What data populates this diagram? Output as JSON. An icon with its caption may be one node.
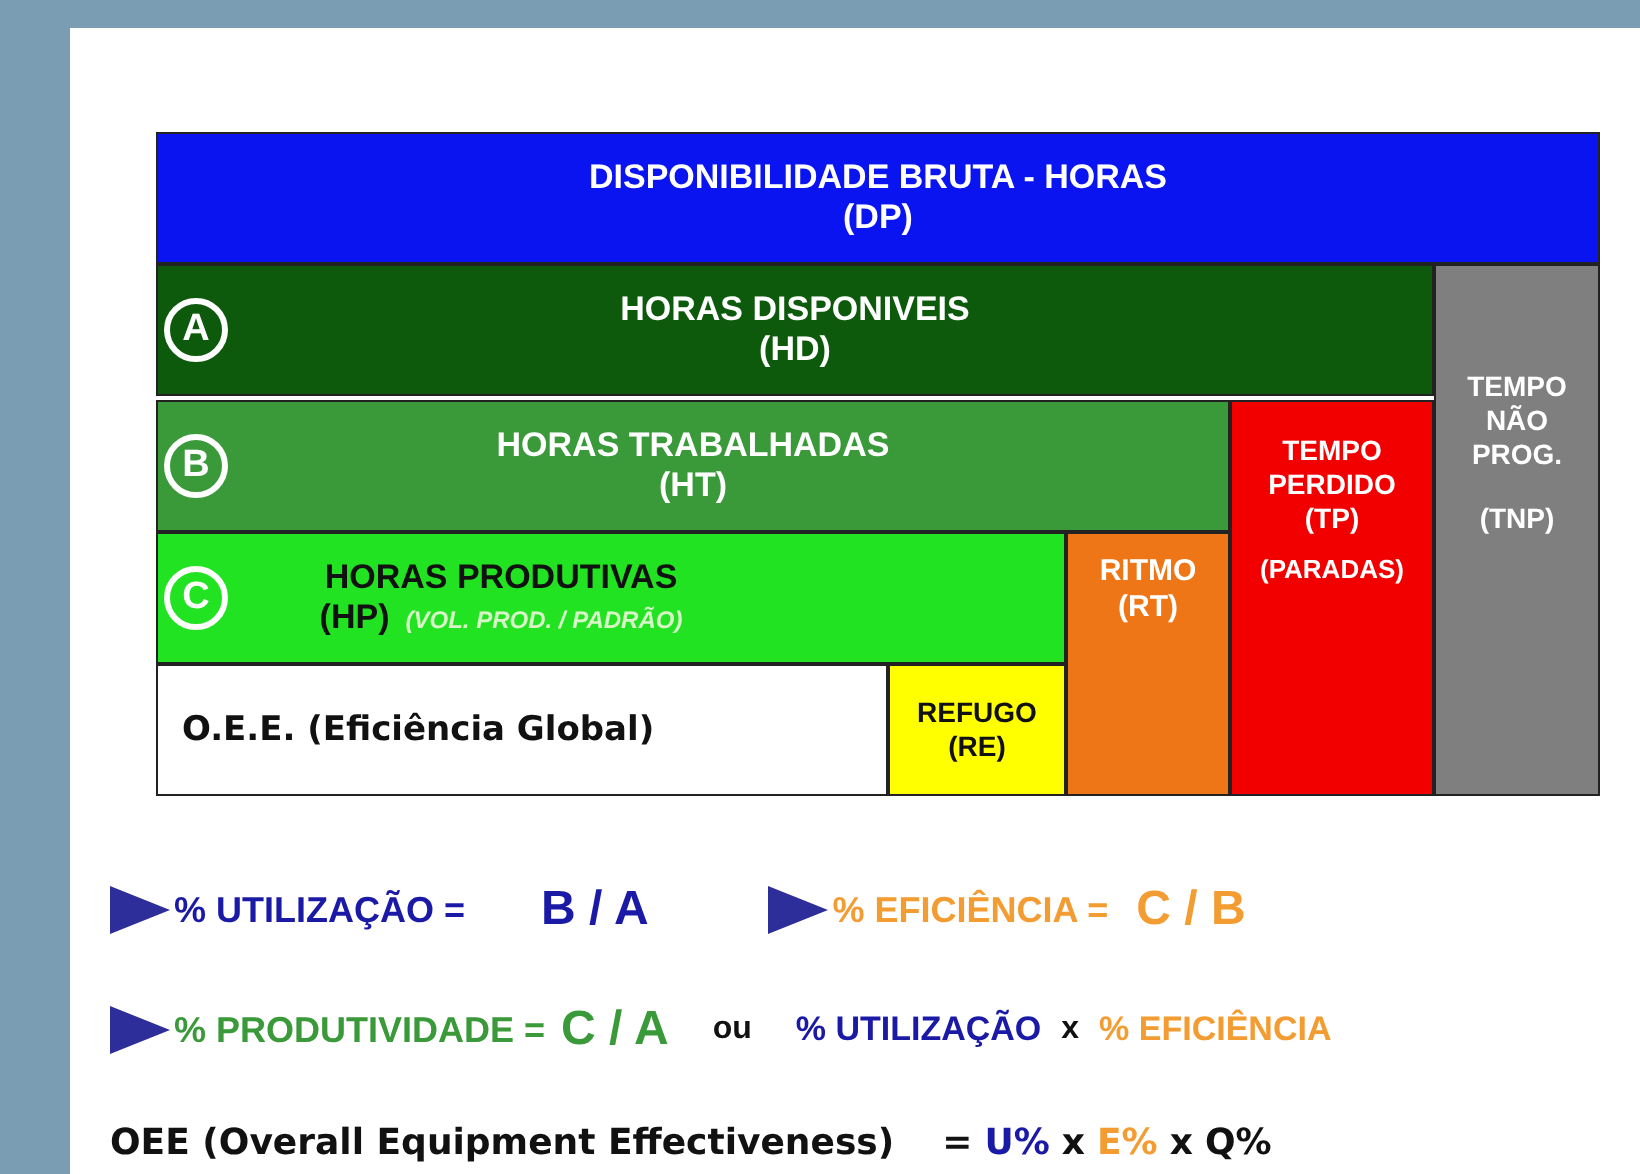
{
  "diagram": {
    "nodes": [
      {
        "text": [
          "DISPONIBILIDADE BRUTA - HORAS",
          "(DP)"
        ]
      },
      {
        "text": [
          "HORAS DISPONIVEIS",
          "(HD)"
        ]
      },
      {
        "text": [
          "A"
        ],
        "in": 1
      },
      {
        "text": [
          "TEMPO NÃO PROG.",
          "(TNP)"
        ]
      },
      {
        "text": [
          "HORAS TRABALHADAS",
          "(HT)"
        ]
      },
      {
        "text": [
          "B"
        ],
        "in": 4
      },
      {
        "text": [
          "TEMPO PERDIDO (TP)",
          "(PARADAS)"
        ]
      },
      {
        "text": [
          "HORAS PRODUTIVAS",
          "(HP)",
          "(VOL. PROD. / PADRÃO)"
        ]
      },
      {
        "text": [
          "C"
        ],
        "in": 7
      },
      {
        "text": [
          "RITMO (RT)"
        ]
      },
      {
        "text": [
          "O.E.E. (Eficiência Global)"
        ]
      },
      {
        "text": [
          "REFUGO (RE)"
        ]
      }
    ],
    "labels": [
      "% UTILIZAÇÃO =",
      "B / A",
      "% EFICIÊNCIA =",
      "C / B",
      "% PRODUTIVIDADE =",
      "C / A",
      "ou",
      "% UTILIZAÇÃO",
      "x",
      "% EFICIÊNCIA",
      "OEE (Overall Equipment Effectiveness)",
      "=",
      "U%",
      "x",
      "E%",
      "x",
      "Q%"
    ]
  }
}
